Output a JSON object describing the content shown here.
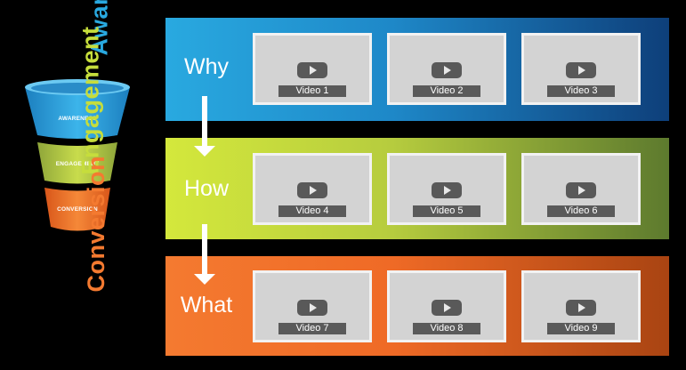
{
  "funnel": {
    "awareness": "AWARENESS",
    "engagement": "ENGAGEMENT",
    "conversion": "CONVERSION"
  },
  "stages": [
    {
      "side_label": "Awareness",
      "question": "Why",
      "color": "#29a9e0",
      "videos": [
        "Video 1",
        "Video 2",
        "Video 3"
      ]
    },
    {
      "side_label": "Engagement",
      "question": "How",
      "color": "#c6dd3c",
      "videos": [
        "Video 4",
        "Video 5",
        "Video 6"
      ]
    },
    {
      "side_label": "Conversion",
      "question": "What",
      "color": "#f47a30",
      "videos": [
        "Video 7",
        "Video 8",
        "Video 9"
      ]
    }
  ],
  "icons": {
    "play": "play-icon",
    "arrow": "arrow-down-icon"
  }
}
